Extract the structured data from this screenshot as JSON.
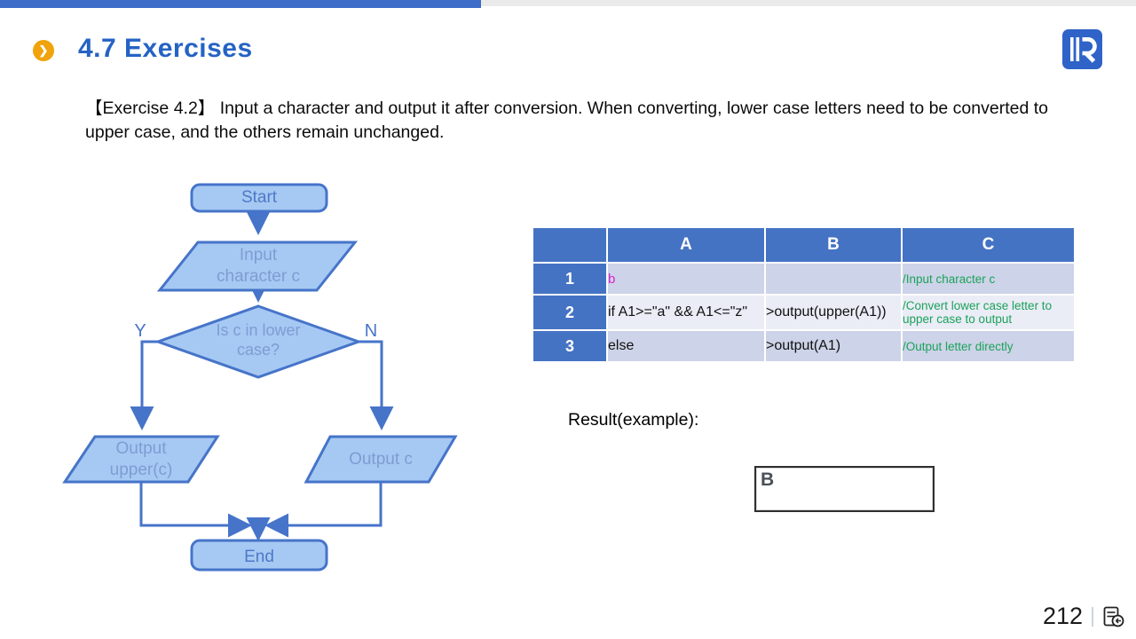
{
  "top_bar": {
    "blue_color": "#3d6cc8",
    "gray_color": "#eaeaea"
  },
  "header": {
    "title": "4.7 Exercises",
    "title_color": "#2563c4",
    "bullet_glyph": "❯",
    "bullet_color": "#f0a30a"
  },
  "exercise": {
    "text": "【Exercise 4.2】 Input a character and output it after conversion. When converting, lower case letters need to be converted to upper case, and the others remain unchanged."
  },
  "flowchart": {
    "fill_color": "#a6c9f3",
    "stroke_color": "#4674c9",
    "start": "Start",
    "input": {
      "line1": "Input",
      "line2": "character c"
    },
    "decision": {
      "line1": "Is c in lower",
      "line2": "case?"
    },
    "yes_label": "Y",
    "no_label": "N",
    "output_upper": {
      "line1": "Output",
      "line2": "upper(c)"
    },
    "output_c": "Output c",
    "end": "End"
  },
  "table": {
    "header_bg": "#4573c4",
    "band_dark": "#cdd3e8",
    "band_light": "#eaecf6",
    "comment_green": "#1ba25a",
    "value_magenta": "#db21ce",
    "headers": [
      "",
      "A",
      "B",
      "C"
    ],
    "rows": [
      {
        "num": "1",
        "a": "b",
        "b": "",
        "c": "/Input character c"
      },
      {
        "num": "2",
        "a": "if A1>=\"a\" && A1<=\"z\"",
        "b": ">output(upper(A1))",
        "c": "/Convert lower case letter to upper case to output"
      },
      {
        "num": "3",
        "a": "else",
        "b": ">output(A1)",
        "c": "/Output letter directly"
      }
    ]
  },
  "result": {
    "label": "Result(example):",
    "value": "B"
  },
  "footer": {
    "page_number": "212"
  }
}
